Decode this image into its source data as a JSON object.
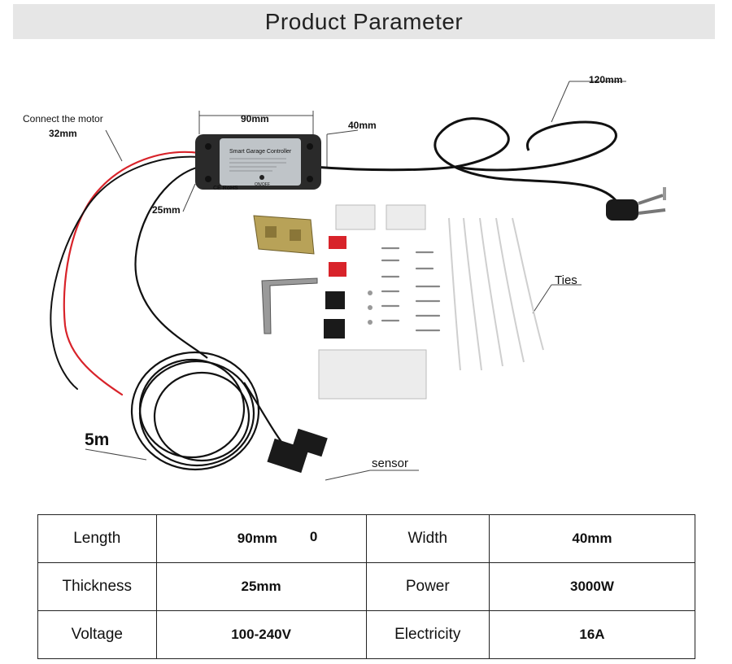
{
  "header": {
    "title": "Product Parameter"
  },
  "diagram": {
    "labels": {
      "connect_motor": "Connect the motor",
      "dim_32": "32mm",
      "dim_90": "90mm",
      "dim_40": "40mm",
      "dim_120": "120mm",
      "dim_25": "25mm",
      "ties": "Ties",
      "cable_5m": "5m",
      "sensor": "sensor"
    },
    "device": {
      "name": "Smart Garage Controller",
      "onoff": "ON/OFF",
      "cert": "CE RoHS"
    }
  },
  "specs": {
    "rows": [
      {
        "k1": "Length",
        "v1": "90mm",
        "extra": "0",
        "k2": "Width",
        "v2": "40mm"
      },
      {
        "k1": "Thickness",
        "v1": "25mm",
        "extra": "",
        "k2": "Power",
        "v2": "3000W"
      },
      {
        "k1": "Voltage",
        "v1": "100-240V",
        "extra": "",
        "k2": "Electricity",
        "v2": "16A"
      }
    ]
  },
  "colors": {
    "banner_bg": "#e6e6e6",
    "wire_red": "#d8232a",
    "wire_black": "#111111"
  }
}
